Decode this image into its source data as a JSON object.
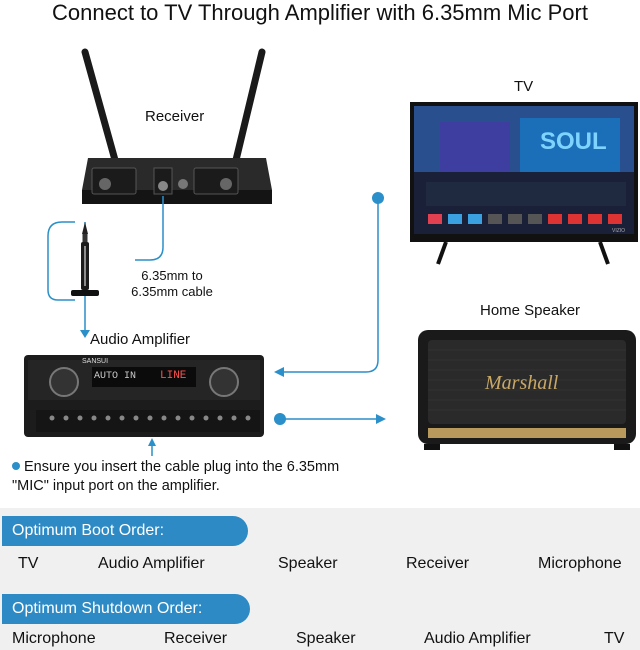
{
  "title": "Connect to TV Through Amplifier with 6.35mm Mic Port",
  "labels": {
    "receiver": "Receiver",
    "tv": "TV",
    "cable": "6.35mm to\n6.35mm cable",
    "amplifier": "Audio Amplifier",
    "home_speaker": "Home Speaker"
  },
  "device_text": {
    "amp_brand": "SANSUI",
    "amp_display_left": "AUTO IN",
    "amp_display_right": "LINE",
    "speaker_brand": "Marshall",
    "tv_brand": "VIZIO",
    "tv_movie": "SOUL"
  },
  "note": "Ensure you insert the cable plug into the 6.35mm \"MIC\" input port on the amplifier.",
  "boot": {
    "heading": "Optimum Boot Order:",
    "steps": [
      "TV",
      "Audio Amplifier",
      "Speaker",
      "Receiver",
      "Microphone"
    ]
  },
  "shutdown": {
    "heading": "Optimum Shutdown Order:",
    "steps": [
      "Microphone",
      "Receiver",
      "Speaker",
      "Audio Amplifier",
      "TV"
    ]
  },
  "colors": {
    "accent": "#2d8ac4",
    "line": "#2b8fc9",
    "panel": "#f0f0f0"
  }
}
